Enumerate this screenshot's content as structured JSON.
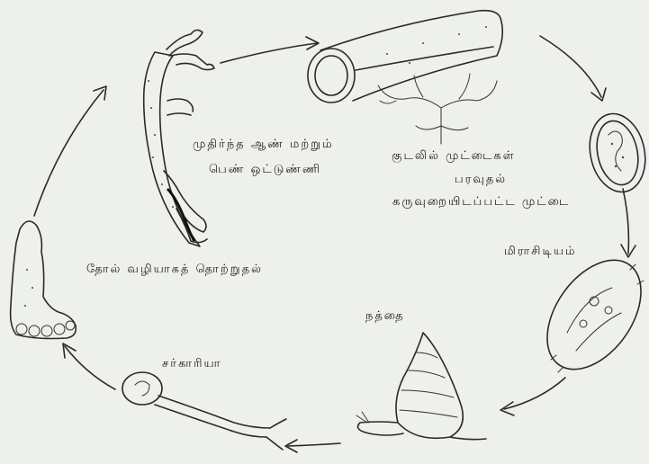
{
  "labels": {
    "adult_worms": "முதிர்ந்த ஆண் மற்றும்",
    "adult_worms_2": "பெண் ஒட்டுண்ணி",
    "eggs_in_gut": "குடலில் முட்டைகள்",
    "eggs_in_gut_2": "பரவுதல்",
    "embryonated_egg": "கருவுறையிடப்பட்ட முட்டை",
    "miracidium": "மிராசிடியம்",
    "snail": "நத்தை",
    "cercaria": "சர்காரியா",
    "skin_penetration": "தோல் வழியாகத் தொற்றுதல்"
  }
}
